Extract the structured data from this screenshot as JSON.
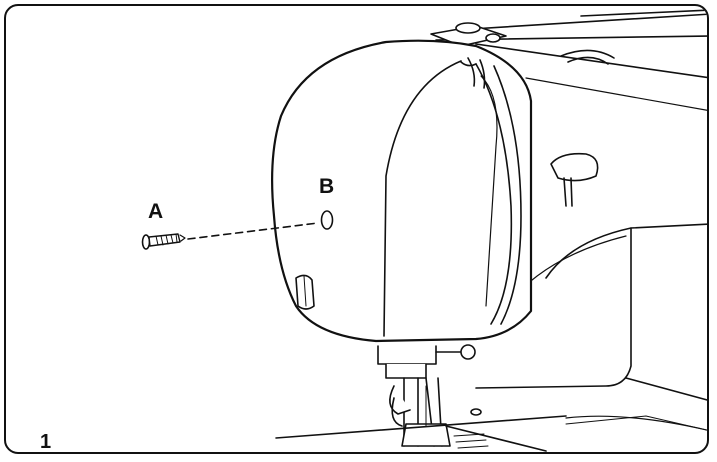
{
  "figure": {
    "labels": {
      "screw": "A",
      "hole": "B"
    },
    "step_number": "1"
  },
  "colors": {
    "line": "#111111",
    "fill": "#ffffff",
    "shade": "#e9e9e9"
  },
  "icons": {
    "screw": "screw-icon",
    "sewing_machine": "sewing-machine-illustration"
  }
}
